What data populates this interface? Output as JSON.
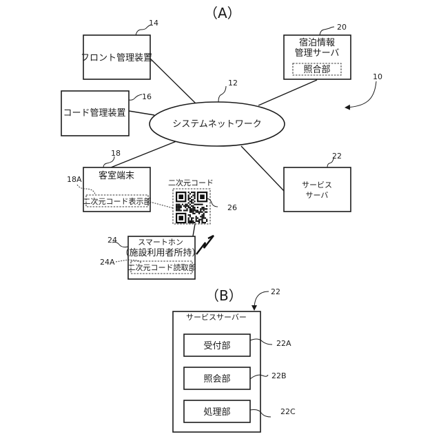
{
  "figure_a": {
    "label": "（A）",
    "system_ref": "10",
    "network": {
      "label": "システムネットワーク",
      "ref": "12"
    },
    "front_device": {
      "label": "フロント管理装置",
      "ref": "14"
    },
    "code_device": {
      "label": "コード管理装置",
      "ref": "16"
    },
    "room_terminal": {
      "label": "客室端末",
      "ref": "18",
      "display_unit": {
        "label": "二次元コード表示部",
        "ref": "18A"
      }
    },
    "lodging_server": {
      "label_line1": "宿泊情報",
      "label_line2": "管理サーバ",
      "ref": "20",
      "collation_unit": {
        "label": "照合部"
      }
    },
    "service_server": {
      "label_line1": "サービス",
      "label_line2": "サーバ",
      "ref": "22"
    },
    "smartphone": {
      "label_line1": "スマートホン",
      "label_line2": "（施設利用者所持）",
      "ref": "24",
      "reader_unit": {
        "label": "二次元コード読取部",
        "ref": "24A"
      }
    },
    "qr_code": {
      "label": "二次元コード",
      "ref": "26"
    }
  },
  "figure_b": {
    "label": "（B）",
    "ref": "22",
    "server_label": "サービスサーバー",
    "units": [
      {
        "label": "受付部",
        "ref": "22A"
      },
      {
        "label": "照会部",
        "ref": "22B"
      },
      {
        "label": "処理部",
        "ref": "22C"
      }
    ]
  }
}
